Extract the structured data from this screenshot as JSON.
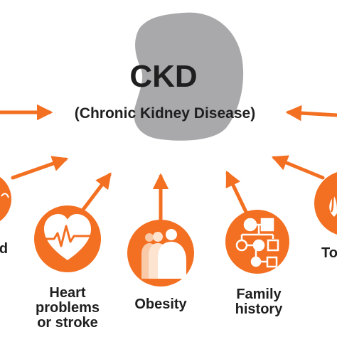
{
  "title": "CKD",
  "subtitle": "(Chronic Kidney Disease)",
  "colors": {
    "accent": "#F36F21",
    "kidney": "#A9A9AB",
    "text": "#1F1F1F"
  },
  "factors": [
    {
      "id": "blood-pressure",
      "lines": [
        "d"
      ],
      "icon": "partial-circle-icon"
    },
    {
      "id": "heart",
      "lines": [
        "Heart",
        "problems",
        "or stroke"
      ],
      "icon": "heart-ecg-icon"
    },
    {
      "id": "obesity",
      "lines": [
        "Obesity"
      ],
      "icon": "obesity-icon"
    },
    {
      "id": "family-history",
      "lines": [
        "Family",
        "history"
      ],
      "icon": "family-tree-icon"
    },
    {
      "id": "tobacco",
      "lines": [
        "To"
      ],
      "icon": "smoke-icon"
    }
  ]
}
